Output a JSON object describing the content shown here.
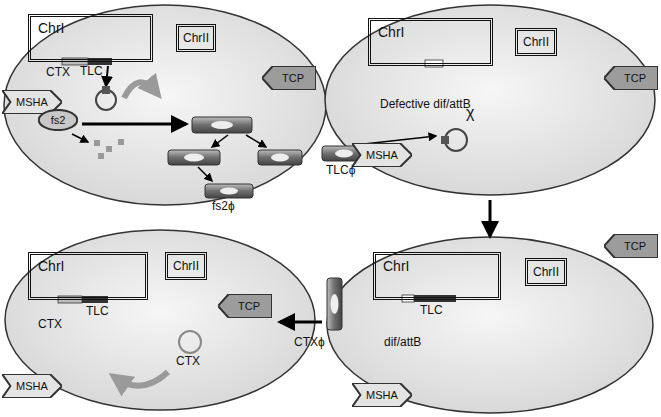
{
  "diagram": {
    "nodes": [
      {
        "text": [
          "ChrI"
        ]
      },
      {
        "text": [
          "ChrII"
        ]
      },
      {
        "text": [
          "TCP"
        ]
      },
      {
        "text": [
          "MSHA"
        ]
      },
      {
        "text": [
          "fs2"
        ]
      },
      {
        "text": [
          "ChrI"
        ]
      },
      {
        "text": [
          "ChrII"
        ]
      },
      {
        "text": [
          "TCP"
        ]
      },
      {
        "text": [
          "MSHA"
        ]
      },
      {
        "text": [
          "ChrI"
        ]
      },
      {
        "text": [
          "ChrII"
        ]
      },
      {
        "text": [
          "TCP"
        ]
      },
      {
        "text": [
          "MSHA"
        ]
      },
      {
        "text": [
          "ChrI"
        ]
      },
      {
        "text": [
          "ChrII"
        ]
      },
      {
        "text": [
          "TCP"
        ]
      },
      {
        "text": [
          "MSHA"
        ]
      }
    ],
    "labels": [
      "CTX",
      "TLC",
      "fs2ϕ",
      "TLCϕ",
      "Defective dif/attB",
      "χ",
      "CTXϕ",
      "CTX",
      "TLC",
      "CTX",
      "TLC",
      "dif/attB"
    ]
  }
}
